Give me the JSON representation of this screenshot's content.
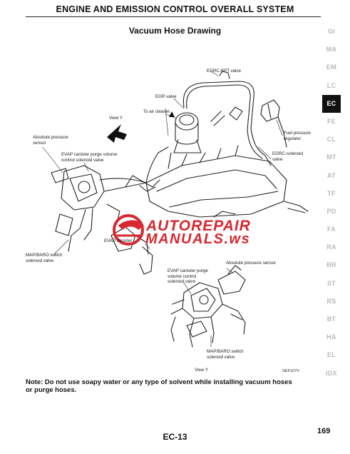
{
  "header": {
    "title": "ENGINE AND EMISSION CONTROL OVERALL SYSTEM"
  },
  "section": {
    "title": "Vacuum Hose Drawing"
  },
  "labels": {
    "egrc_bpt": "EGRC-BPT valve",
    "egr_valve": "EGR valve",
    "to_air_cleaner": "To air cleaner",
    "view_y_top": "View Y",
    "abs_pressure_l1": "Absolute pressure",
    "abs_pressure_l2": "sensor",
    "evap_purge_l1": "EVAP canister purge volume",
    "evap_purge_l2": "control solenoid valve",
    "fuel_reg_l1": "Fuel pressure",
    "fuel_reg_l2": "regulator",
    "egrc_sol_l1": "EGRC-solenoid",
    "egrc_sol_l2": "valve",
    "evap_canister": "EVAP canister",
    "map_baro_l1": "MAP/BARO switch",
    "map_baro_l2": "solenoid valve",
    "abs_pressure_detail": "Absolute pressure sensor",
    "evap_detail_l1": "EVAP canister purge",
    "evap_detail_l2": "volume control",
    "evap_detail_l3": "solenoid valve",
    "map_detail_l1": "MAP/BARO switch",
    "map_detail_l2": "solenoid valve",
    "view_y_bottom": "View Y",
    "figure_code": "SEF107V"
  },
  "watermark": {
    "line1": "AUTOREPAIR",
    "line2": "MANUALS.ws"
  },
  "note": "Note: Do not use soapy water or any type of solvent while installing vacuum hoses or purge hoses.",
  "footer": {
    "page_code": "EC-13",
    "page_number": "169"
  },
  "side_tabs": [
    "GI",
    "MA",
    "EM",
    "LC",
    "EC",
    "FE",
    "CL",
    "MT",
    "AT",
    "TF",
    "PD",
    "FA",
    "RA",
    "BR",
    "ST",
    "RS",
    "BT",
    "HA",
    "EL",
    "IDX"
  ],
  "active_tab": "EC",
  "colors": {
    "watermark": "#d7282f",
    "active_tab_bg": "#111111",
    "inactive_tab": "#b9b9b9"
  }
}
